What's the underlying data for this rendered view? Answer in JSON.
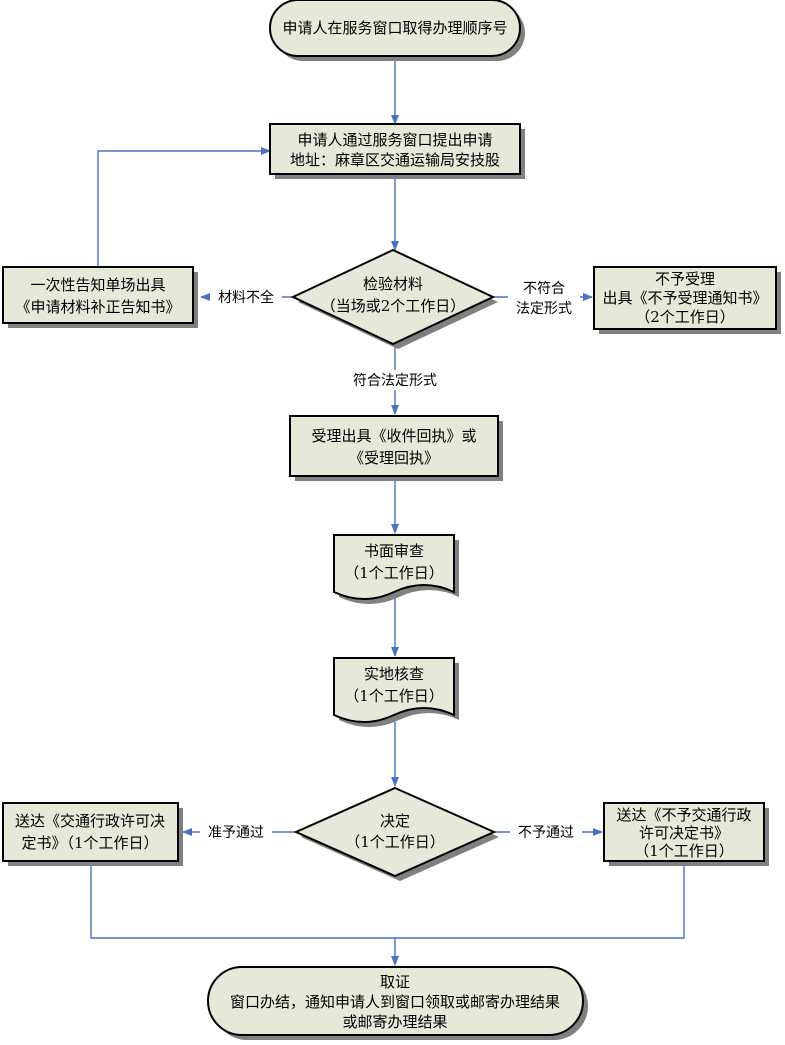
{
  "colors": {
    "fill": "#e6e9d8",
    "stroke": "#000000",
    "shadow": "#808080",
    "arrow": "#4a72c4"
  },
  "nodes": {
    "start": [
      "申请人在服务窗口取得办理顺序号"
    ],
    "submit": [
      "申请人通过服务窗口提出申请",
      "地址：麻章区交通运输局安技股"
    ],
    "check": [
      "检验材料",
      "（当场或2个工作日）"
    ],
    "incomplete": [
      "一次性告知单场出具",
      "《申请材料补正告知书》"
    ],
    "reject": [
      "不予受理",
      "出具《不予受理通知书》",
      "（2个工作日）"
    ],
    "accept": [
      "受理出具《收件回执》或",
      "《受理回执》"
    ],
    "review": [
      "书面审查",
      "（1个工作日）"
    ],
    "inspect": [
      "实地核查",
      "（1个工作日）"
    ],
    "decide": [
      "决定",
      "（1个工作日）"
    ],
    "approve_doc": [
      "送达《交通行政许可决",
      "定书》（1个工作日）"
    ],
    "deny_doc": [
      "送达《不予交通行政",
      "许可决定书》",
      "（1个工作日）"
    ],
    "end": [
      "取证",
      "窗口办结，通知申请人到窗口领取或邮寄办理结果",
      "或邮寄办理结果"
    ]
  },
  "edges": {
    "incomplete": "材料不全",
    "nonconform": [
      "不符合",
      "法定形式"
    ],
    "conform": "符合法定形式",
    "approve": "准予通过",
    "deny": "不予通过"
  }
}
